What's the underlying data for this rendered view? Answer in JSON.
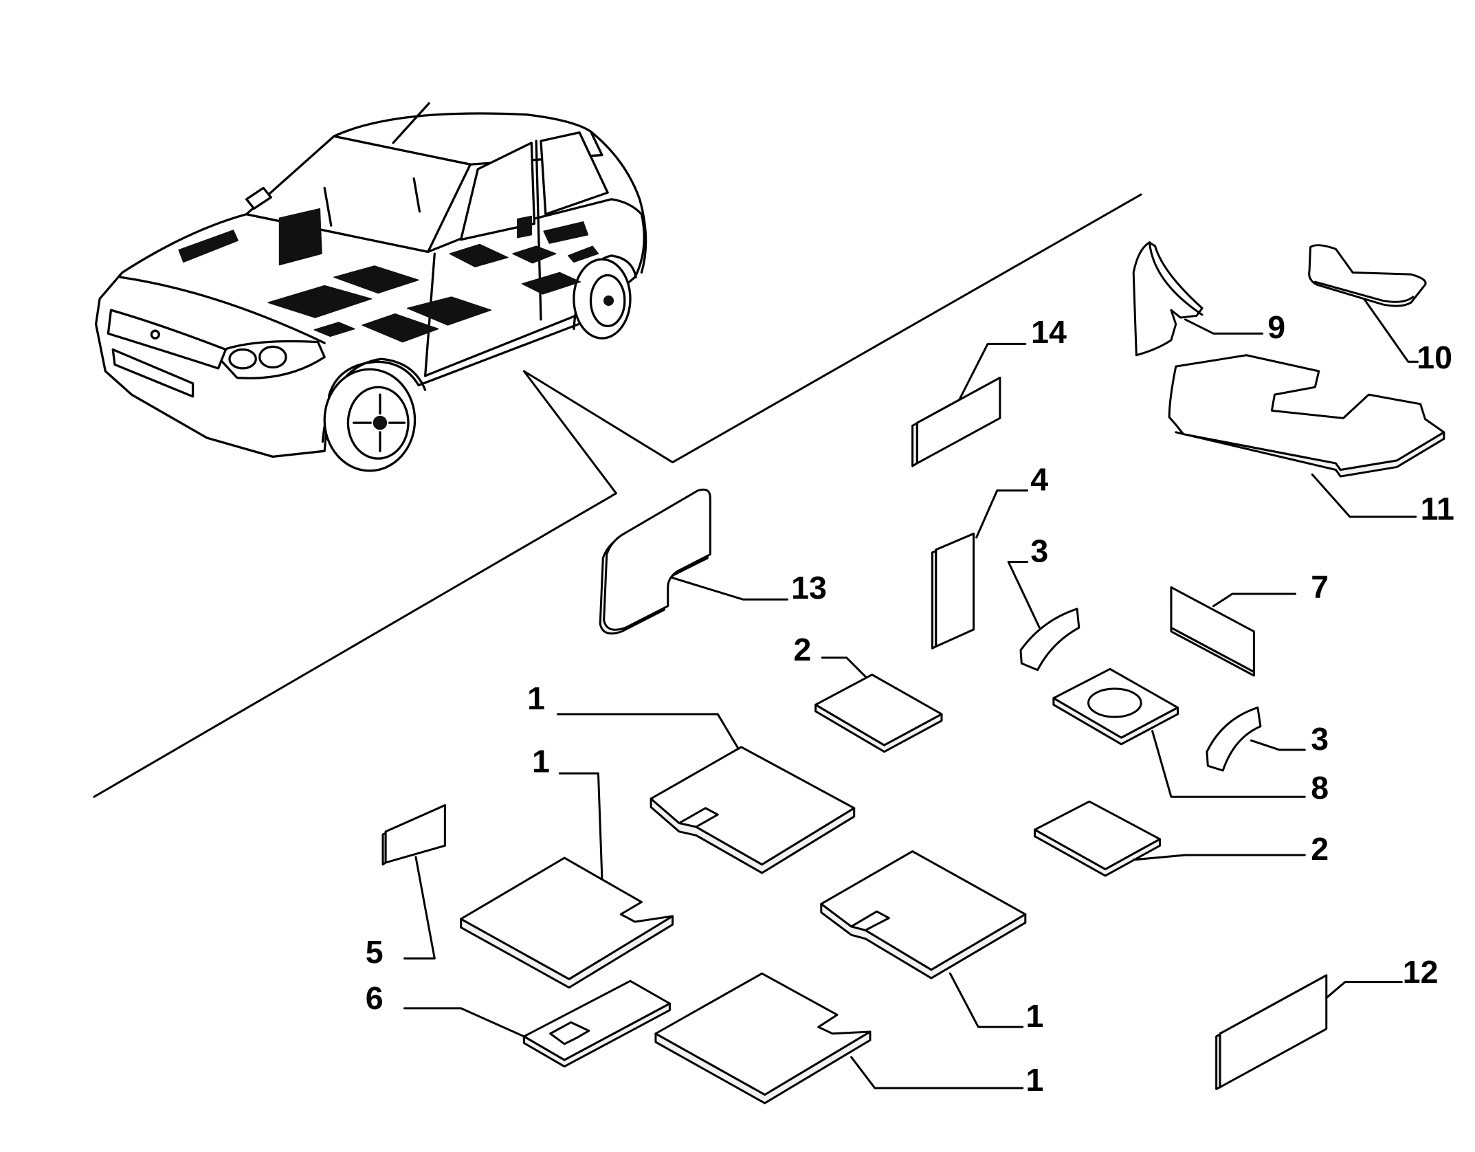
{
  "colors": {
    "line": "#000000",
    "background": "#ffffff"
  },
  "callout_labels": [
    "14",
    "9",
    "10",
    "11",
    "4",
    "3",
    "7",
    "13",
    "2",
    "8",
    "3",
    "2",
    "1",
    "1",
    "5",
    "6",
    "1",
    "1",
    "12"
  ]
}
